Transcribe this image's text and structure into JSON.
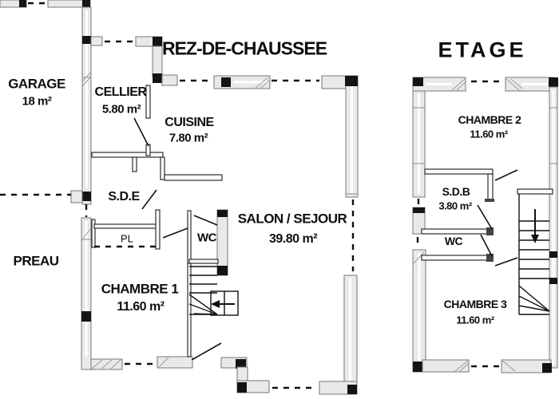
{
  "page": {
    "background": "#ffffff",
    "ink": "#111111",
    "wall_fill": "#e9e9ec",
    "wall_stroke": "#777777"
  },
  "floors": {
    "rdc": {
      "title": "REZ-DE-CHAUSSEE",
      "rooms": {
        "garage": {
          "name": "GARAGE",
          "area": "18 m²"
        },
        "cellier": {
          "name": "CELLIER",
          "area": "5.80 m²"
        },
        "cuisine": {
          "name": "CUISINE",
          "area": "7.80 m²"
        },
        "sde": {
          "name": "S.D.E"
        },
        "pl": {
          "name": "PL"
        },
        "wc": {
          "name": "WC"
        },
        "salon": {
          "name": "SALON / SEJOUR",
          "area": "39.80 m²"
        },
        "preau": {
          "name": "PREAU"
        },
        "chambre1": {
          "name": "CHAMBRE 1",
          "area": "11.60 m²"
        }
      }
    },
    "etage": {
      "title": "ETAGE",
      "rooms": {
        "chambre2": {
          "name": "CHAMBRE 2",
          "area": "11.60 m²"
        },
        "sdb": {
          "name": "S.D.B",
          "area": "3.80 m²"
        },
        "wc": {
          "name": "WC"
        },
        "chambre3": {
          "name": "CHAMBRE 3",
          "area": "11.60 m²"
        }
      }
    }
  },
  "icons": {
    "stair_down_arrow": "down-arrow",
    "stair_entry_arrow": "left-arrow"
  }
}
